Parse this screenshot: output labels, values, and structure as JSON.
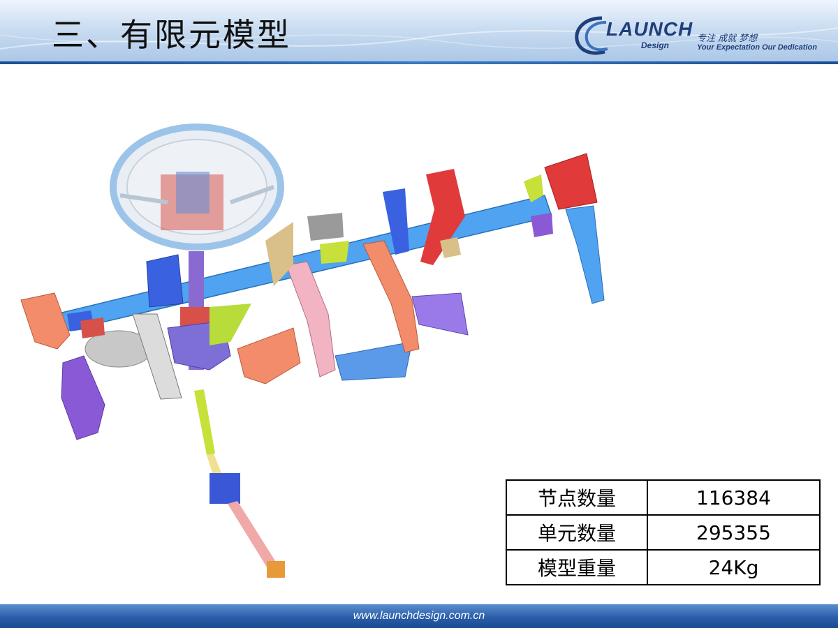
{
  "slide": {
    "title": "三、有限元模型"
  },
  "logo": {
    "word": "LAUNCH",
    "sub": "Design",
    "cn_tagline": "专注 成就 梦想",
    "en_tagline": "Your Expectation Our Dedication"
  },
  "stats_table": [
    {
      "label": "节点数量",
      "value": "116384"
    },
    {
      "label": "单元数量",
      "value": "295355"
    },
    {
      "label": "模型重量",
      "value": "24Kg"
    }
  ],
  "footer": {
    "url": "www.launchdesign.com.cn"
  },
  "colors": {
    "header_accent": "#1d4f94",
    "logo_blue": "#1f3f7a",
    "beam_blue": "#4fa3f0"
  }
}
